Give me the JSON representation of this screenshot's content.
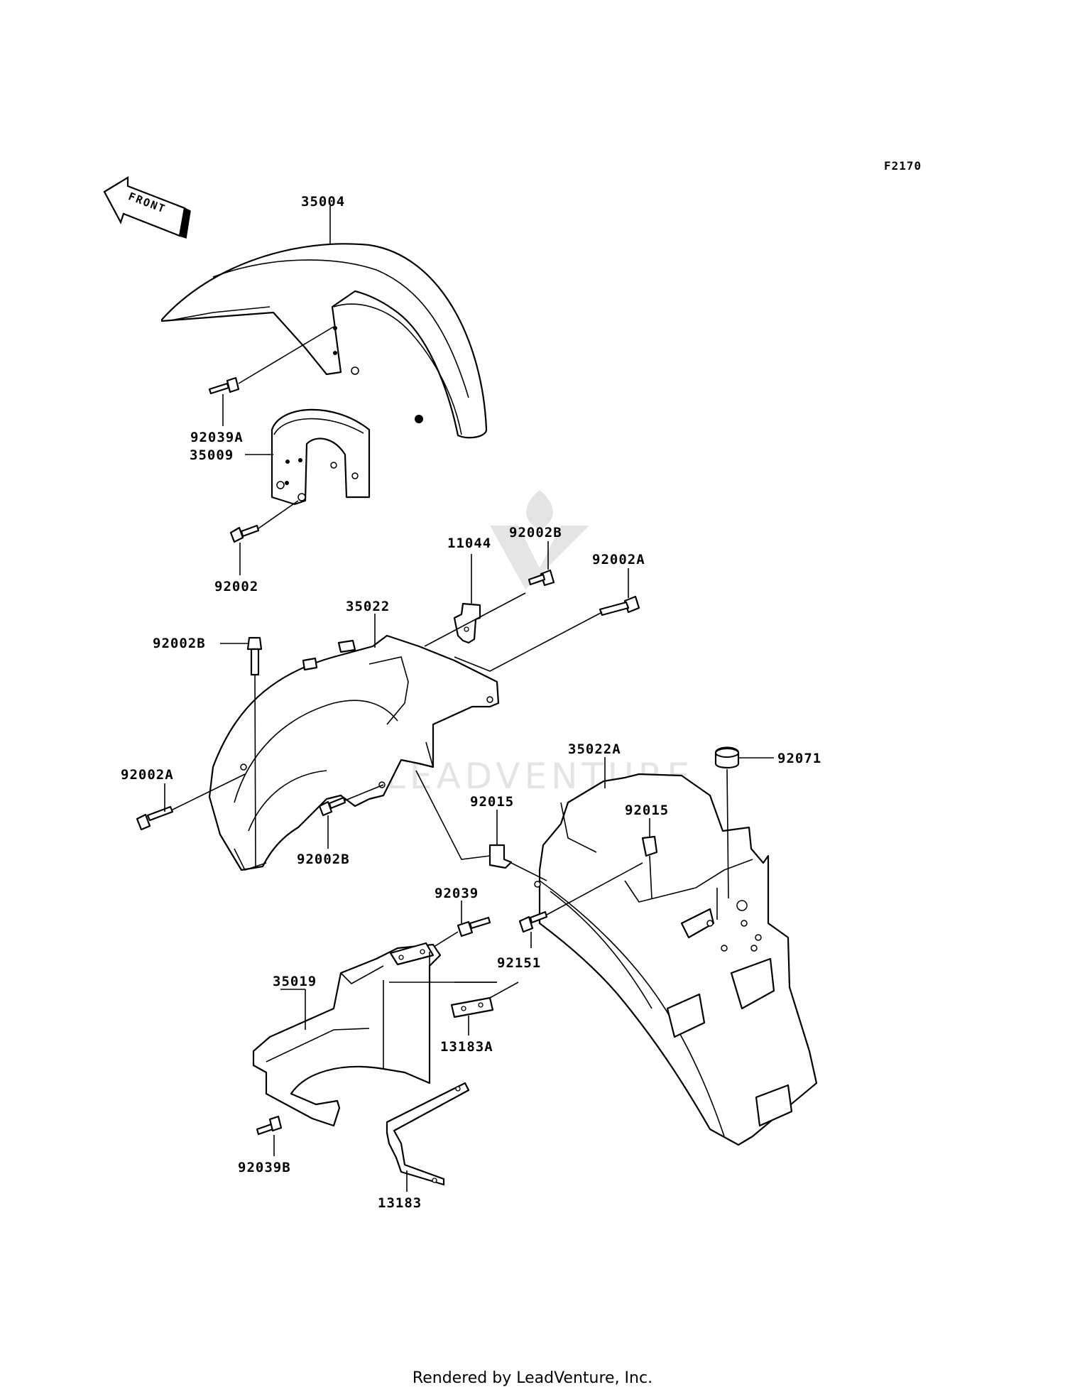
{
  "figure": {
    "id": "F2170",
    "front_label": "FRONT"
  },
  "parts": [
    {
      "key": "p35004",
      "number": "35004"
    },
    {
      "key": "p92039A",
      "number": "92039A"
    },
    {
      "key": "p35009",
      "number": "35009"
    },
    {
      "key": "p92002",
      "number": "92002"
    },
    {
      "key": "p11044",
      "number": "11044"
    },
    {
      "key": "p92002B_top",
      "number": "92002B"
    },
    {
      "key": "p92002A_top",
      "number": "92002A"
    },
    {
      "key": "p35022",
      "number": "35022"
    },
    {
      "key": "p92002B_left",
      "number": "92002B"
    },
    {
      "key": "p92002A_left",
      "number": "92002A"
    },
    {
      "key": "p92002B_bottom",
      "number": "92002B"
    },
    {
      "key": "p35022A",
      "number": "35022A"
    },
    {
      "key": "p92071",
      "number": "92071"
    },
    {
      "key": "p92015_left",
      "number": "92015"
    },
    {
      "key": "p92015_right",
      "number": "92015"
    },
    {
      "key": "p92039",
      "number": "92039"
    },
    {
      "key": "p92151",
      "number": "92151"
    },
    {
      "key": "p35019",
      "number": "35019"
    },
    {
      "key": "p13183A",
      "number": "13183A"
    },
    {
      "key": "p92039B",
      "number": "92039B"
    },
    {
      "key": "p13183",
      "number": "13183"
    }
  ],
  "watermark": {
    "text": "LEADVENTURE"
  },
  "footer": {
    "text": "Rendered by LeadVenture, Inc."
  }
}
